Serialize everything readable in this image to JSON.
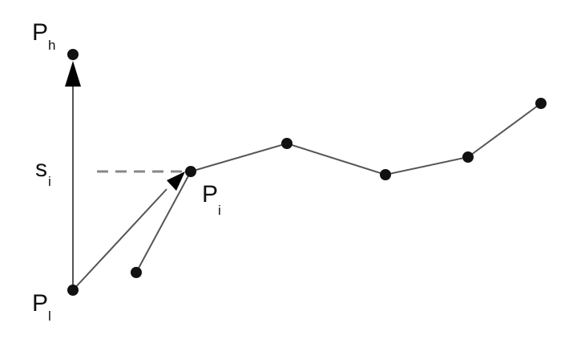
{
  "labels": {
    "p_high": {
      "main": "P",
      "sub": "h"
    },
    "s_i": {
      "main": "s",
      "sub": "i"
    },
    "p_i": {
      "main": "P",
      "sub": "i"
    },
    "p_low": {
      "main": "P",
      "sub": "l"
    }
  },
  "colors": {
    "stroke": "#555555",
    "point": "#111111",
    "arrowhead": "#000000",
    "dashed": "#888888",
    "text": "#111111"
  }
}
